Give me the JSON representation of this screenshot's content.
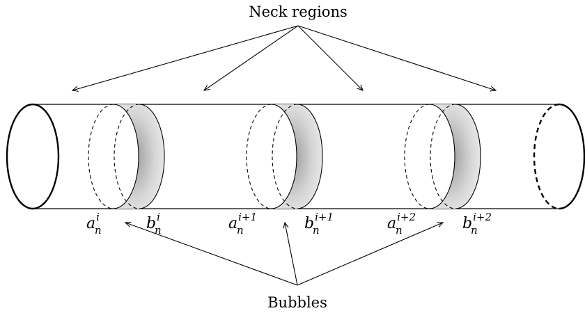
{
  "top_label": "Neck regions",
  "bottom_label": "Bubbles",
  "labels": [
    {
      "id": "a0",
      "base": "a",
      "sub": "n",
      "sup": "i"
    },
    {
      "id": "b0",
      "base": "b",
      "sub": "n",
      "sup": "i"
    },
    {
      "id": "a1",
      "base": "a",
      "sub": "n",
      "sup": "i+1"
    },
    {
      "id": "b1",
      "base": "b",
      "sub": "n",
      "sup": "i+1"
    },
    {
      "id": "a2",
      "base": "a",
      "sub": "n",
      "sup": "i+2"
    },
    {
      "id": "b2",
      "base": "b",
      "sub": "n",
      "sup": "i+2"
    }
  ]
}
